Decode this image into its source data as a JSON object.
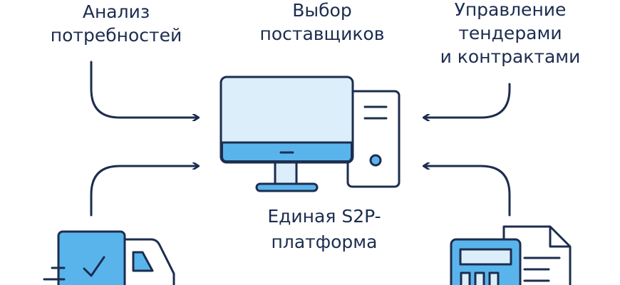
{
  "labels": {
    "needs_analysis": [
      "Анализ",
      "потребностей"
    ],
    "supplier_selection": [
      "Выбор",
      "поставщиков"
    ],
    "tender_management": [
      "Управление",
      "тендерами",
      "и контрактами"
    ],
    "platform": [
      "Единая S2P-",
      "платформа"
    ]
  },
  "colors": {
    "stroke": "#1c2d4f",
    "accent": "#5ab4ec",
    "light": "#dbeefa"
  }
}
